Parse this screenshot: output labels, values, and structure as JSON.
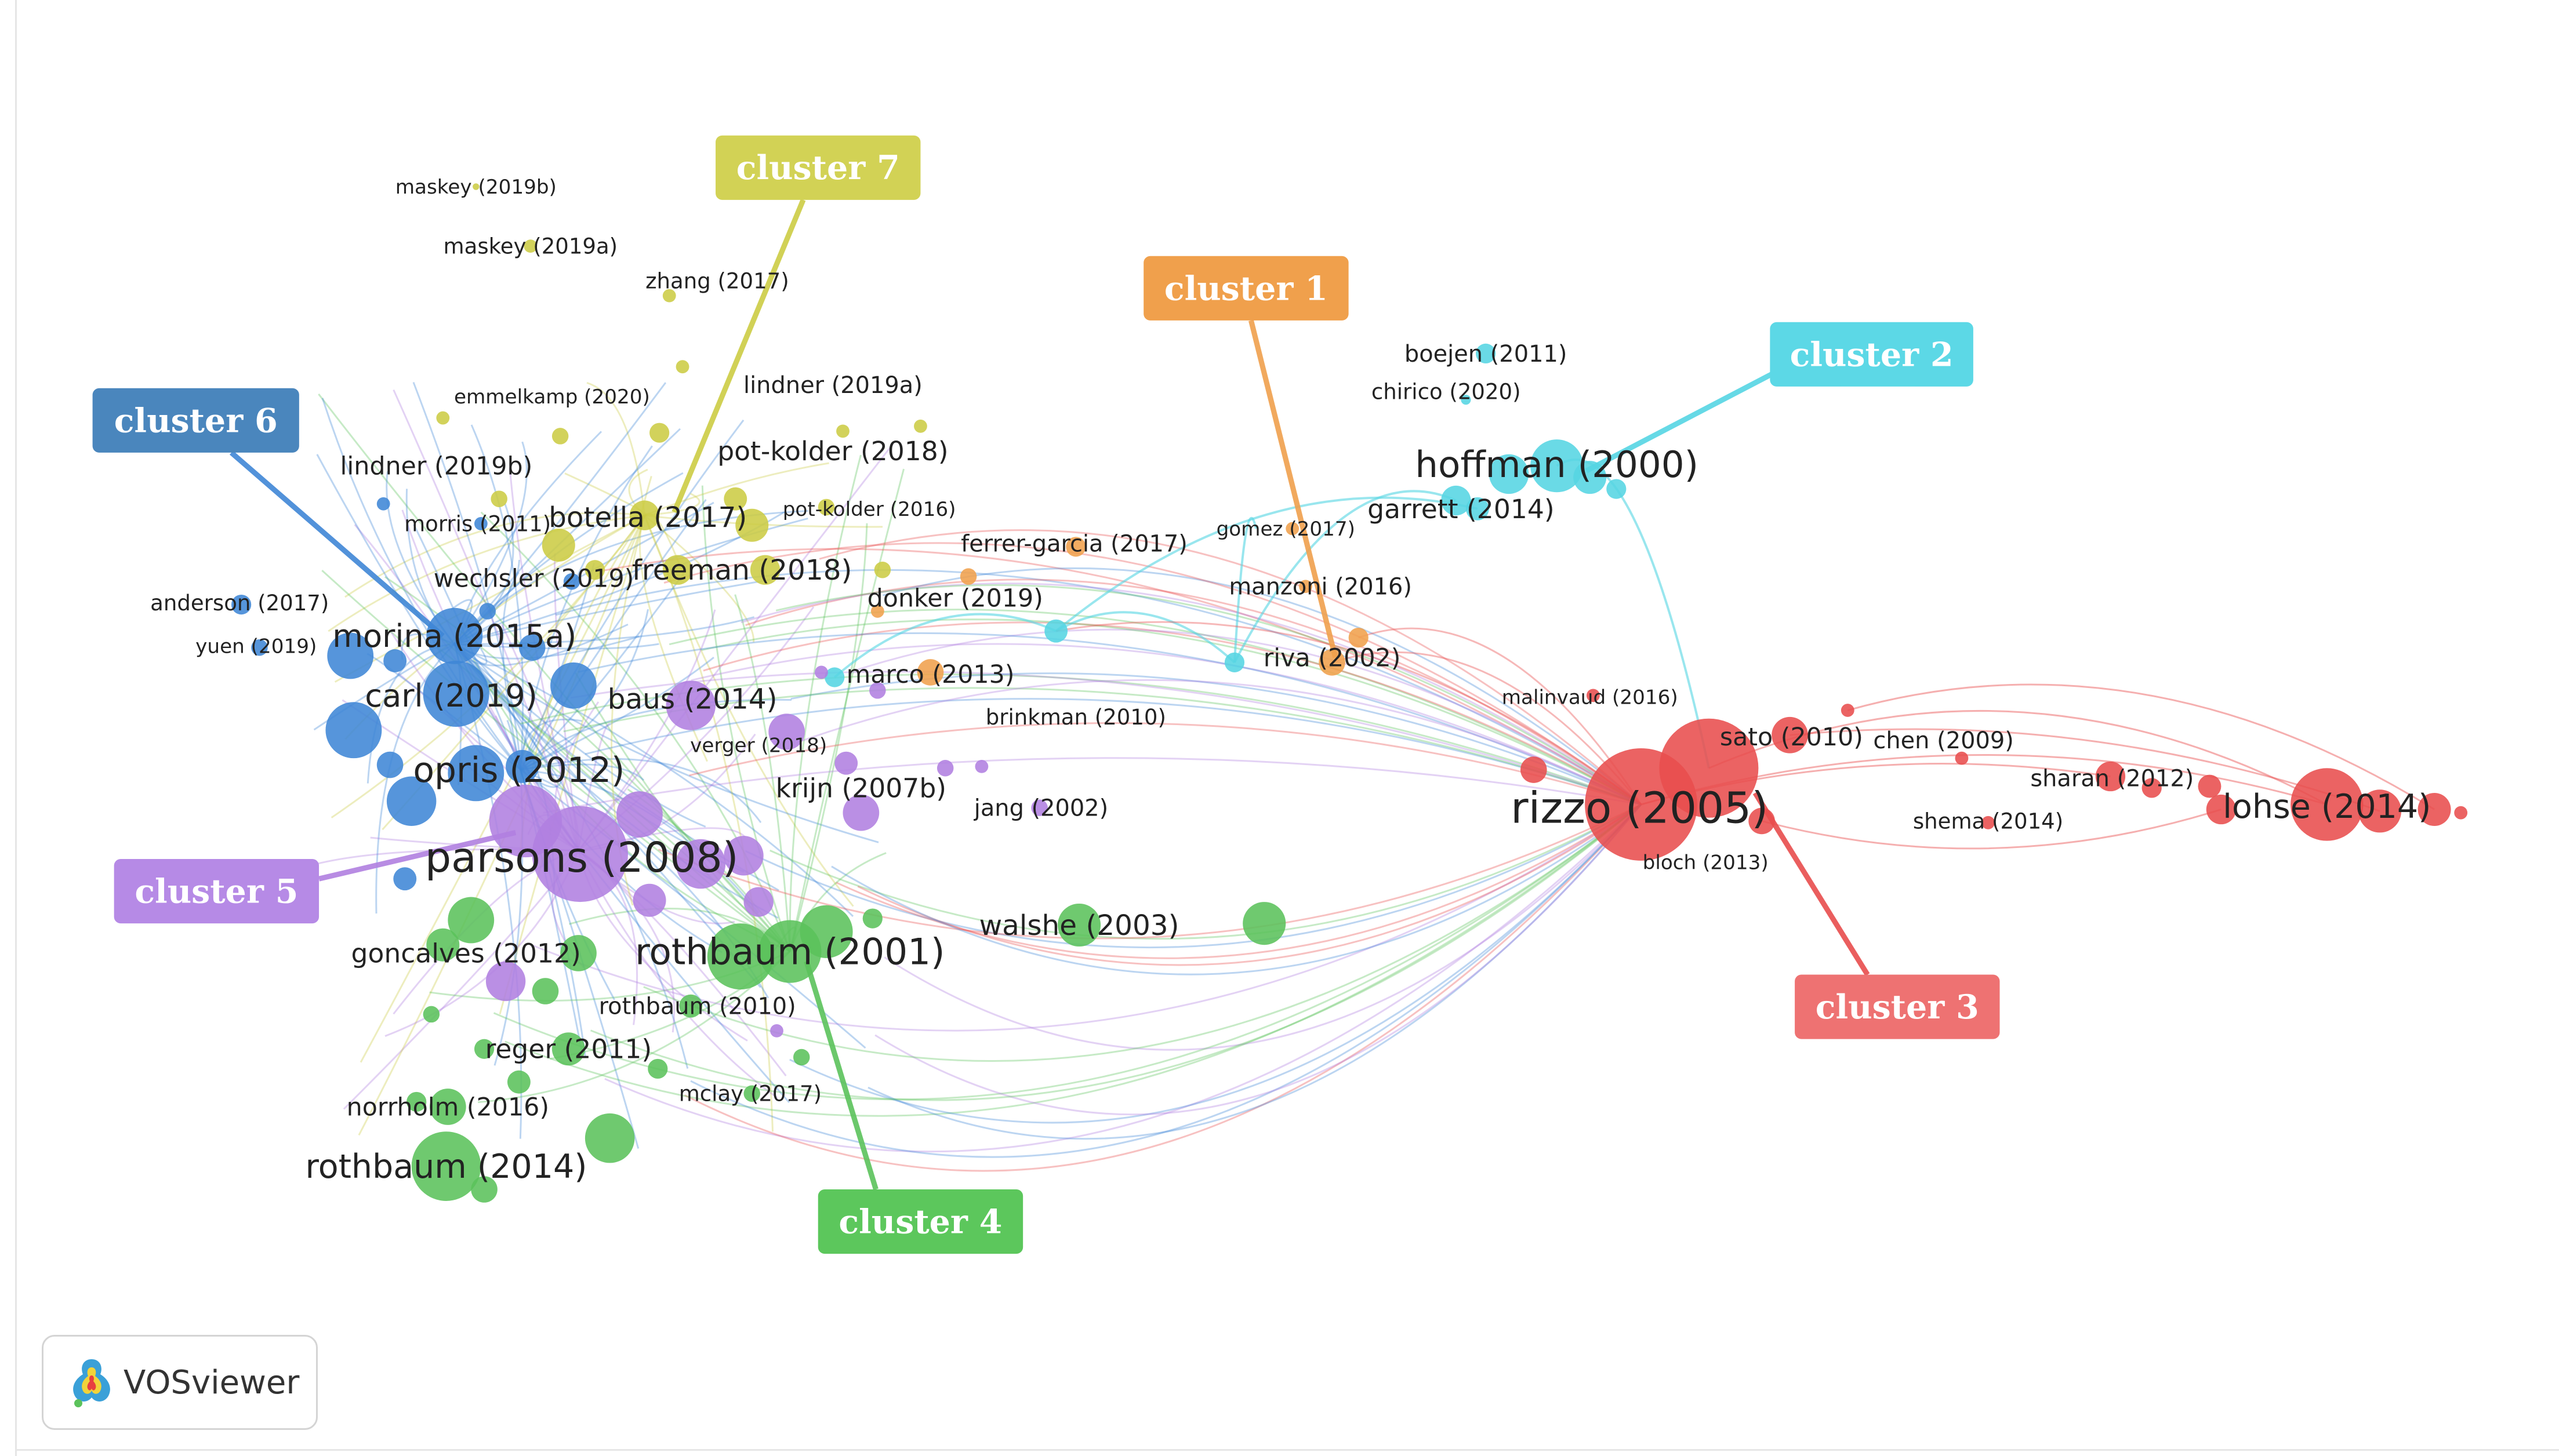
{
  "app": {
    "brand": "VOSviewer",
    "logo_icon": "vosviewer-logo-icon"
  },
  "colors": {
    "cluster1": "#f5a04a",
    "cluster2": "#55d5e3",
    "cluster3": "#e84d4d",
    "cluster4": "#5bc25b",
    "cluster5": "#b07fe0",
    "cluster6": "#3f86d6",
    "cluster7": "#cccc44"
  },
  "clusters": [
    {
      "id": "cluster7",
      "label": "cluster 7",
      "color": "#d2d255"
    },
    {
      "id": "cluster1",
      "label": "cluster 1",
      "color": "#f0a04c"
    },
    {
      "id": "cluster2",
      "label": "cluster 2",
      "color": "#5cd8e6"
    },
    {
      "id": "cluster6",
      "label": "cluster 6",
      "color": "#4a86bd"
    },
    {
      "id": "cluster5",
      "label": "cluster 5",
      "color": "#b68ae6"
    },
    {
      "id": "cluster3",
      "label": "cluster 3",
      "color": "#ee7272"
    },
    {
      "id": "cluster4",
      "label": "cluster 4",
      "color": "#5cc75c"
    }
  ],
  "nodes": [
    {
      "label": "maskey (2019b)",
      "cluster": "cluster7"
    },
    {
      "label": "maskey (2019a)",
      "cluster": "cluster7"
    },
    {
      "label": "zhang (2017)",
      "cluster": "cluster7"
    },
    {
      "label": "emmelkamp (2020)",
      "cluster": "cluster7"
    },
    {
      "label": "lindner (2019a)",
      "cluster": "cluster7"
    },
    {
      "label": "lindner (2019b)",
      "cluster": "cluster7"
    },
    {
      "label": "pot-kolder (2018)",
      "cluster": "cluster7"
    },
    {
      "label": "botella (2017)",
      "cluster": "cluster7"
    },
    {
      "label": "pot-kolder (2016)",
      "cluster": "cluster7"
    },
    {
      "label": "freeman (2018)",
      "cluster": "cluster7"
    },
    {
      "label": "ferrer-garcia (2017)",
      "cluster": "cluster1"
    },
    {
      "label": "donker (2019)",
      "cluster": "cluster1"
    },
    {
      "label": "gomez (2017)",
      "cluster": "cluster1"
    },
    {
      "label": "manzoni (2016)",
      "cluster": "cluster1"
    },
    {
      "label": "riva (2002)",
      "cluster": "cluster1"
    },
    {
      "label": "boejen (2011)",
      "cluster": "cluster2"
    },
    {
      "label": "chirico (2020)",
      "cluster": "cluster2"
    },
    {
      "label": "hoffman (2000)",
      "cluster": "cluster2"
    },
    {
      "label": "garrett (2014)",
      "cluster": "cluster2"
    },
    {
      "label": "morris (2011)",
      "cluster": "cluster6"
    },
    {
      "label": "wechsler (2019)",
      "cluster": "cluster6"
    },
    {
      "label": "anderson (2017)",
      "cluster": "cluster6"
    },
    {
      "label": "yuen (2019)",
      "cluster": "cluster6"
    },
    {
      "label": "morina (2015a)",
      "cluster": "cluster6"
    },
    {
      "label": "carl (2019)",
      "cluster": "cluster6"
    },
    {
      "label": "opris (2012)",
      "cluster": "cluster6"
    },
    {
      "label": "baus (2014)",
      "cluster": "cluster5"
    },
    {
      "label": "marco (2013)",
      "cluster": "cluster5"
    },
    {
      "label": "brinkman (2010)",
      "cluster": "cluster5"
    },
    {
      "label": "verger (2018)",
      "cluster": "cluster5"
    },
    {
      "label": "krijn (2007b)",
      "cluster": "cluster5"
    },
    {
      "label": "jang (2002)",
      "cluster": "cluster5"
    },
    {
      "label": "parsons (2008)",
      "cluster": "cluster5"
    },
    {
      "label": "malinvaud (2016)",
      "cluster": "cluster3"
    },
    {
      "label": "sato (2010)",
      "cluster": "cluster3"
    },
    {
      "label": "chen (2009)",
      "cluster": "cluster3"
    },
    {
      "label": "sharan (2012)",
      "cluster": "cluster3"
    },
    {
      "label": "rizzo (2005)",
      "cluster": "cluster3"
    },
    {
      "label": "lohse (2014)",
      "cluster": "cluster3"
    },
    {
      "label": "shema (2014)",
      "cluster": "cluster3"
    },
    {
      "label": "bloch (2013)",
      "cluster": "cluster3"
    },
    {
      "label": "walshe (2003)",
      "cluster": "cluster4"
    },
    {
      "label": "goncalves (2012)",
      "cluster": "cluster4"
    },
    {
      "label": "rothbaum (2001)",
      "cluster": "cluster4"
    },
    {
      "label": "rothbaum (2010)",
      "cluster": "cluster4"
    },
    {
      "label": "reger (2011)",
      "cluster": "cluster4"
    },
    {
      "label": "norrholm (2016)",
      "cluster": "cluster4"
    },
    {
      "label": "mclay (2017)",
      "cluster": "cluster4"
    },
    {
      "label": "rothbaum (2014)",
      "cluster": "cluster4"
    }
  ]
}
